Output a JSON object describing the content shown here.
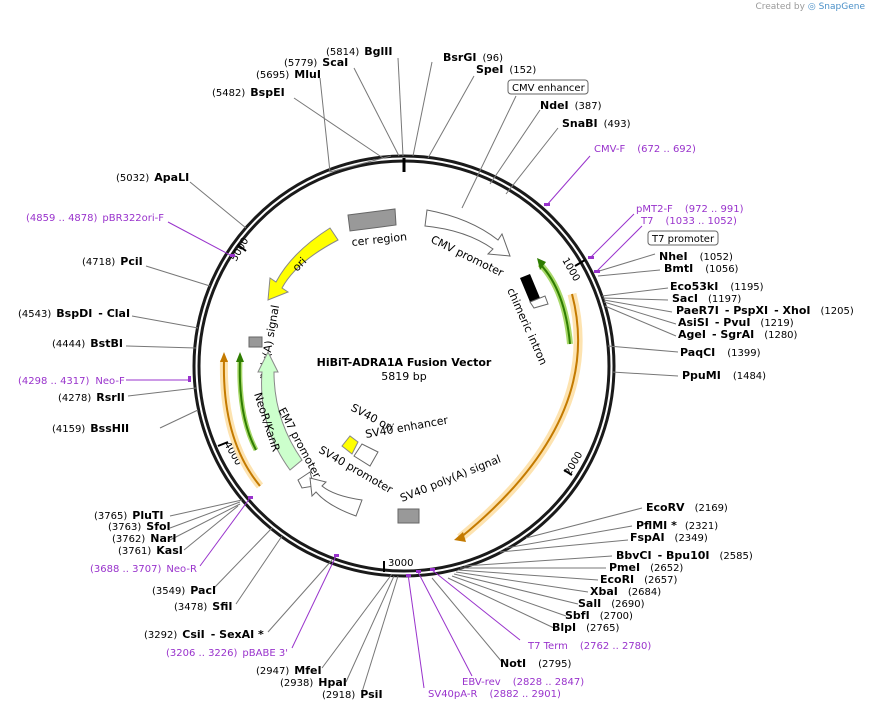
{
  "credit": {
    "prefix": "Created by",
    "brand": "SnapGene"
  },
  "center": {
    "title": "HiBiT-ADRA1A Fusion Vector",
    "size": "5819 bp"
  },
  "ticks": [
    "1000",
    "2000",
    "3000",
    "4000",
    "5000"
  ],
  "sites": [
    {
      "name": "BglII",
      "pos": "(5814)"
    },
    {
      "name": "ScaI",
      "pos": "(5779)"
    },
    {
      "name": "MluI",
      "pos": "(5695)"
    },
    {
      "name": "BspEI",
      "pos": "(5482)"
    },
    {
      "name": "BsrGI",
      "pos": "(96)"
    },
    {
      "name": "SpeI",
      "pos": "(152)"
    },
    {
      "name": "NdeI",
      "pos": "(387)"
    },
    {
      "name": "SnaBI",
      "pos": "(493)"
    },
    {
      "name": "ApaLI",
      "pos": "(5032)"
    },
    {
      "name": "PciI",
      "pos": "(4718)"
    },
    {
      "name": "BspDI",
      "pos": "(4543)",
      "alt": "- ClaI"
    },
    {
      "name": "BstBI",
      "pos": "(4444)"
    },
    {
      "name": "RsrII",
      "pos": "(4278)"
    },
    {
      "name": "BssHII",
      "pos": "(4159)"
    },
    {
      "name": "NheI",
      "pos": "(1052)"
    },
    {
      "name": "BmtI",
      "pos": "(1056)"
    },
    {
      "name": "Eco53kI",
      "pos": "(1195)"
    },
    {
      "name": "SacI",
      "pos": "(1197)"
    },
    {
      "name": "PaeR7I",
      "alt": "- PspXI",
      "alt2": "- XhoI",
      "pos": "(1205)"
    },
    {
      "name": "AsiSI",
      "alt": "- PvuI",
      "pos": "(1219)"
    },
    {
      "name": "AgeI",
      "alt": "- SgrAI",
      "pos": "(1280)"
    },
    {
      "name": "PaqCI",
      "pos": "(1399)"
    },
    {
      "name": "PpuMI",
      "pos": "(1484)"
    },
    {
      "name": "EcoRV",
      "pos": "(2169)"
    },
    {
      "name": "PflMI *",
      "pos": "(2321)"
    },
    {
      "name": "FspAI",
      "pos": "(2349)"
    },
    {
      "name": "BbvCI",
      "alt": "- Bpu10I",
      "pos": "(2585)"
    },
    {
      "name": "PmeI",
      "pos": "(2652)"
    },
    {
      "name": "EcoRI",
      "pos": "(2657)"
    },
    {
      "name": "XbaI",
      "pos": "(2684)"
    },
    {
      "name": "SalI",
      "pos": "(2690)"
    },
    {
      "name": "SbfI",
      "pos": "(2700)"
    },
    {
      "name": "BlpI",
      "pos": "(2765)"
    },
    {
      "name": "NotI",
      "pos": "(2795)"
    },
    {
      "name": "PluTI",
      "pos": "(3765)"
    },
    {
      "name": "SfoI",
      "pos": "(3763)"
    },
    {
      "name": "NarI",
      "pos": "(3762)"
    },
    {
      "name": "KasI",
      "pos": "(3761)"
    },
    {
      "name": "PacI",
      "pos": "(3549)"
    },
    {
      "name": "SfiI",
      "pos": "(3478)"
    },
    {
      "name": "CsiI",
      "alt": "- SexAI *",
      "pos": "(3292)"
    },
    {
      "name": "MfeI",
      "pos": "(2947)"
    },
    {
      "name": "HpaI",
      "pos": "(2938)"
    },
    {
      "name": "PsiI",
      "pos": "(2918)"
    }
  ],
  "primers": [
    {
      "name": "CMV-F",
      "range": "(672 .. 692)"
    },
    {
      "name": "pMT2-F",
      "range": "(972 .. 991)"
    },
    {
      "name": "T7",
      "range": "(1033 .. 1052)"
    },
    {
      "name": "pBR322ori-F",
      "range": "(4859 .. 4878)"
    },
    {
      "name": "Neo-F",
      "range": "(4298 .. 4317)"
    },
    {
      "name": "Neo-R",
      "range": "(3688 .. 3707)"
    },
    {
      "name": "pBABE 3'",
      "range": "(3206 .. 3226)"
    },
    {
      "name": "T7 Term",
      "range": "(2762 .. 2780)"
    },
    {
      "name": "EBV-rev",
      "range": "(2828 .. 2847)"
    },
    {
      "name": "SV40pA-R",
      "range": "(2882 .. 2901)"
    }
  ],
  "boxed": [
    "CMV enhancer",
    "T7 promoter"
  ],
  "features": [
    "cer region",
    "CMV promoter",
    "chimeric intron",
    "ori",
    "poly(A) signal",
    "NeoR/KanR",
    "EM7 promoter",
    "SV40 promoter",
    "SV40 ori",
    "SV40 enhancer",
    "SV40 poly(A) signal"
  ],
  "colors": {
    "primer": "#9933cc",
    "ori": "#ffff00",
    "neo": "#ccffcc",
    "orf": "#f5a623",
    "intron": "#2e7d00",
    "grey_box": "#999999"
  }
}
